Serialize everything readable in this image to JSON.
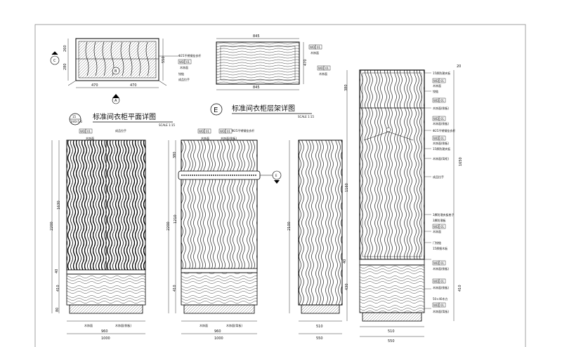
{
  "titles": {
    "plan": "标准间衣柜平面详图",
    "shelf": "标准间衣柜层架详图",
    "scale": "SCALE 1:15",
    "plan_number": "15",
    "plan_sheet": "3/40-5-6",
    "shelf_letter": "E",
    "marker_a": "A",
    "marker_b": "B",
    "marker_c": "C"
  },
  "tags": {
    "wd": "WD",
    "code": "01"
  },
  "materials": {
    "veneer": "木饰面",
    "veneer_face": "木饰面(侧板)",
    "veneer_back": "木饰面(背板)",
    "veneer_open": "木饰面(背柜)",
    "rod": "Φ25不锈钢挂衣杆",
    "handle": "成品拉手",
    "hinge": "铰链",
    "board15": "15厚细木板",
    "board15_lined": "15厚防潮夹板",
    "board15_b": "15厚防潮夹板",
    "board3": "3厚防潮板",
    "board5": "3厚防潮夹板卷子",
    "door_hinge": "门铰链",
    "timber": "50×40木方"
  },
  "dims": {
    "plan_w1": "470",
    "plan_w2": "470",
    "plan_d1": "260",
    "plan_d2": "280",
    "plan_d3": "550",
    "shelf_w": "845",
    "shelf_d": "470",
    "total_h": "2200",
    "upper_h": "1630",
    "drawer_h": "410",
    "mid_h": "40",
    "base_h": "80",
    "top_h": "380",
    "rod_h": "1210",
    "total_w": "1000",
    "half_w": "960",
    "side_total": "2100",
    "side_d": "510",
    "side_d2": "550",
    "sec_top": "380",
    "sec_mid": "1160",
    "sec_h2": "1650",
    "sec_low": "430",
    "sec_40": "40",
    "sec_20": "20"
  }
}
